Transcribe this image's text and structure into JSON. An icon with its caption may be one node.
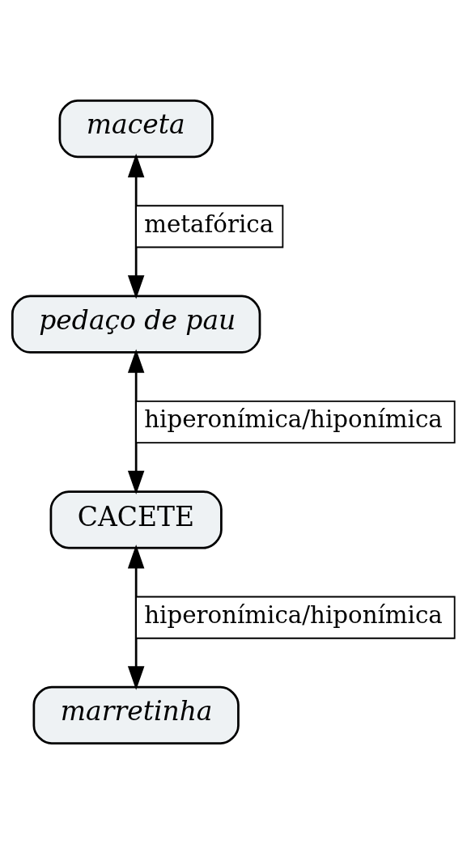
{
  "diagram": {
    "nodes": [
      {
        "text": [
          "maceta"
        ]
      },
      {
        "text": [
          "pedaço de pau"
        ]
      },
      {
        "text": [
          "CACETE"
        ]
      },
      {
        "text": [
          "marretinha"
        ]
      }
    ],
    "edges": [
      {
        "from": 0,
        "to": 1,
        "arrow": "both",
        "label": "metafórica"
      },
      {
        "from": 1,
        "to": 2,
        "arrow": "both",
        "label": "hiperonímica/hiponímica"
      },
      {
        "from": 2,
        "to": 3,
        "arrow": "both",
        "label": "hiperonímica/hiponímica"
      }
    ]
  }
}
